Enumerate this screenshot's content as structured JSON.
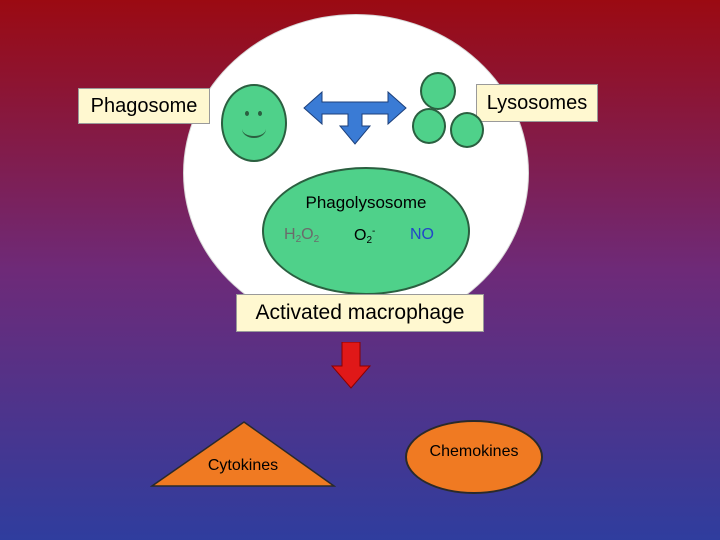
{
  "labels": {
    "phagosome": "Phagosome",
    "lysosomes": "Lysosomes",
    "phagolysosome": "Phagolysosome",
    "activated": "Activated macrophage",
    "cytokines": "Cytokines",
    "chemokines": "Chemokines"
  },
  "species": {
    "h2o2": {
      "h1": "H",
      "s1": "2",
      "o": "O",
      "s2": "2"
    },
    "superoxide": {
      "o": "O",
      "sub": "2",
      "sup": "-"
    },
    "no": "NO"
  },
  "colors": {
    "organelle": "#4fd18a",
    "label_bg": "#fff8d0",
    "arrow_blue": "#3a7bd5",
    "arrow_red": "#e01818",
    "product_orange": "#f07a22"
  }
}
